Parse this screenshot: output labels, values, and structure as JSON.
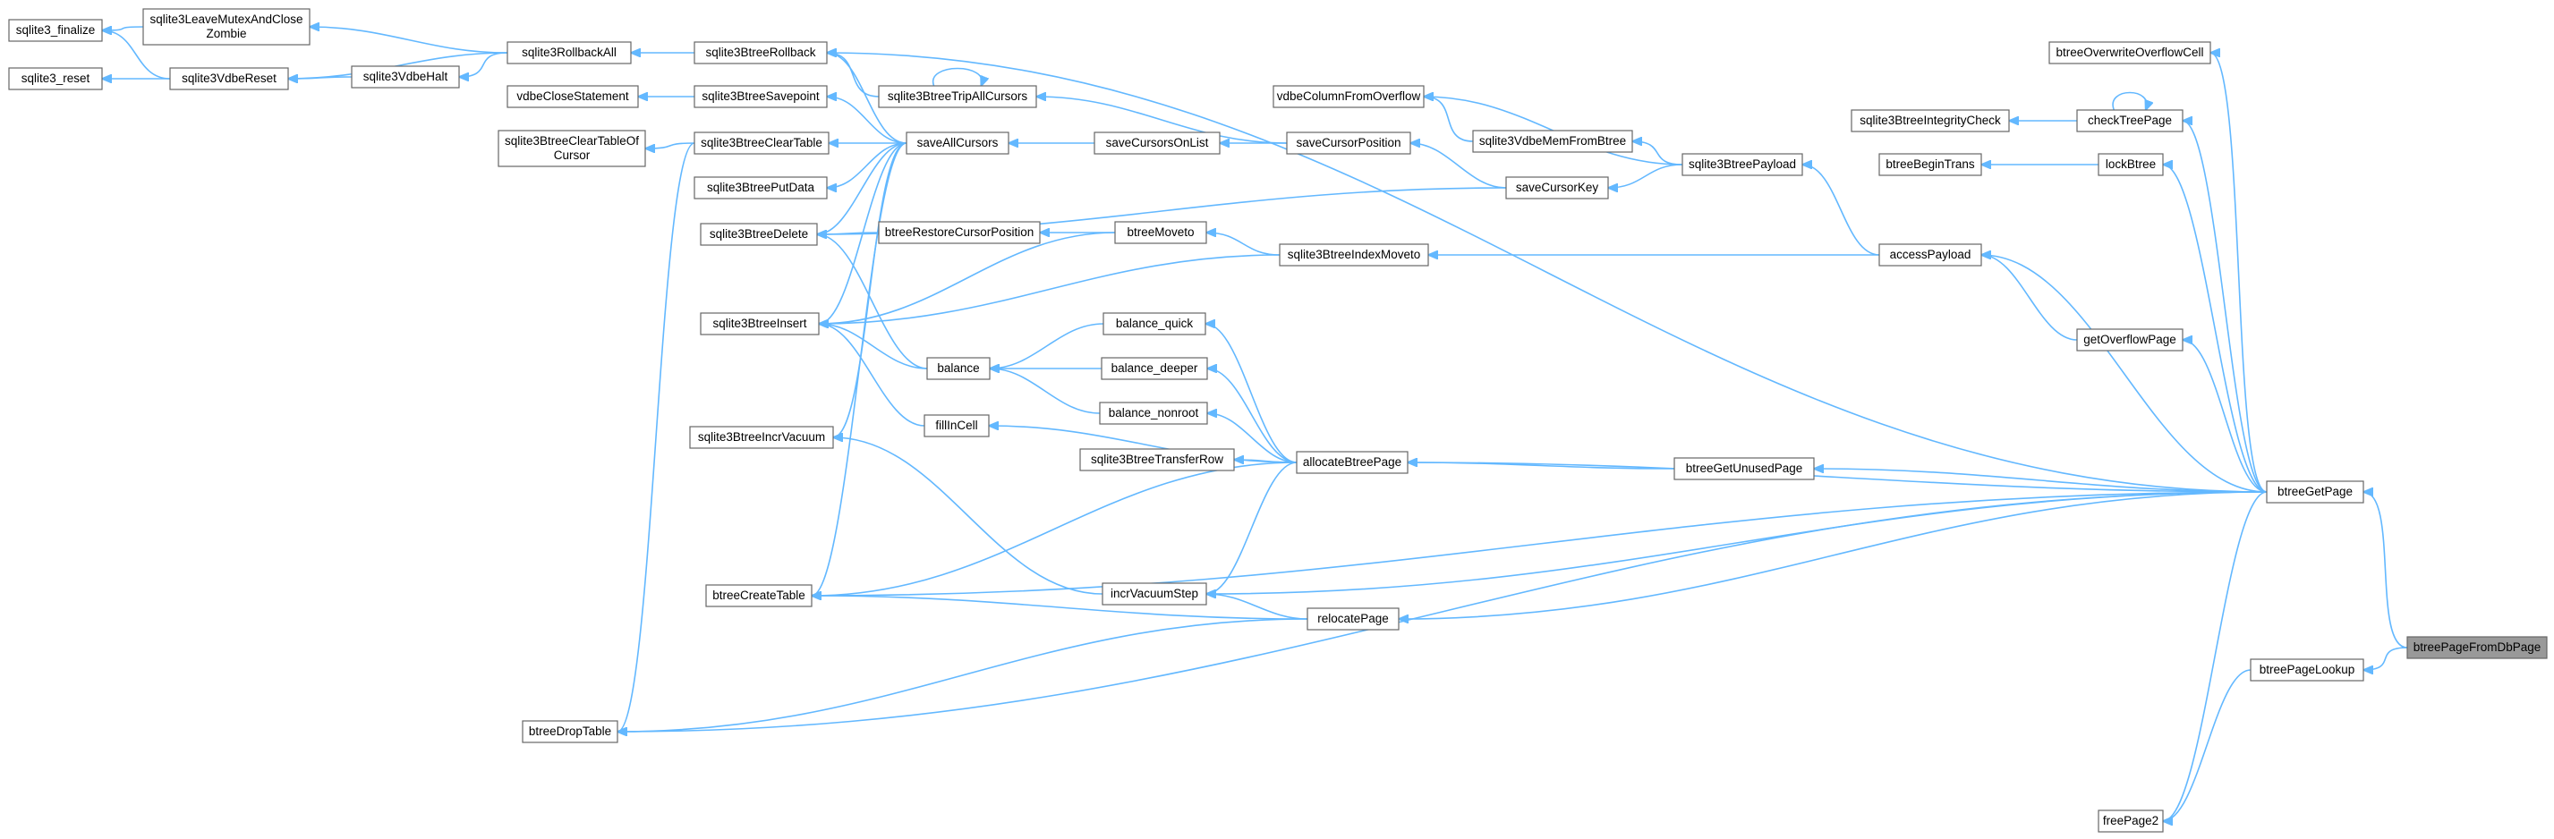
{
  "graph": {
    "root": "btreePageFromDbPage",
    "colors": {
      "edge": "#63b8ff",
      "node_border": "#666666",
      "node_fill": "#ffffff",
      "root_fill": "#999999"
    },
    "nodes": [
      {
        "id": "sqlite3_finalize",
        "lines": [
          "sqlite3_finalize"
        ]
      },
      {
        "id": "sqlite3LeaveMutexAndCloseZombie",
        "lines": [
          "sqlite3LeaveMutexAndClose",
          "Zombie"
        ]
      },
      {
        "id": "sqlite3_reset",
        "lines": [
          "sqlite3_reset"
        ]
      },
      {
        "id": "sqlite3VdbeReset",
        "lines": [
          "sqlite3VdbeReset"
        ]
      },
      {
        "id": "sqlite3VdbeHalt",
        "lines": [
          "sqlite3VdbeHalt"
        ]
      },
      {
        "id": "sqlite3RollbackAll",
        "lines": [
          "sqlite3RollbackAll"
        ]
      },
      {
        "id": "sqlite3BtreeRollback",
        "lines": [
          "sqlite3BtreeRollback"
        ]
      },
      {
        "id": "vdbeCloseStatement",
        "lines": [
          "vdbeCloseStatement"
        ]
      },
      {
        "id": "sqlite3BtreeSavepoint",
        "lines": [
          "sqlite3BtreeSavepoint"
        ]
      },
      {
        "id": "sqlite3BtreeClearTableOfCursor",
        "lines": [
          "sqlite3BtreeClearTableOf",
          "Cursor"
        ]
      },
      {
        "id": "sqlite3BtreeClearTable",
        "lines": [
          "sqlite3BtreeClearTable"
        ]
      },
      {
        "id": "sqlite3BtreePutData",
        "lines": [
          "sqlite3BtreePutData"
        ]
      },
      {
        "id": "sqlite3BtreeDelete",
        "lines": [
          "sqlite3BtreeDelete"
        ]
      },
      {
        "id": "sqlite3BtreeInsert",
        "lines": [
          "sqlite3BtreeInsert"
        ]
      },
      {
        "id": "sqlite3BtreeIncrVacuum",
        "lines": [
          "sqlite3BtreeIncrVacuum"
        ]
      },
      {
        "id": "btreeCreateTable",
        "lines": [
          "btreeCreateTable"
        ]
      },
      {
        "id": "btreeDropTable",
        "lines": [
          "btreeDropTable"
        ]
      },
      {
        "id": "sqlite3BtreeTripAllCursors",
        "lines": [
          "sqlite3BtreeTripAllCursors"
        ]
      },
      {
        "id": "saveAllCursors",
        "lines": [
          "saveAllCursors"
        ]
      },
      {
        "id": "btreeRestoreCursorPosition",
        "lines": [
          "btreeRestoreCursorPosition"
        ]
      },
      {
        "id": "balance",
        "lines": [
          "balance"
        ]
      },
      {
        "id": "fillInCell",
        "lines": [
          "fillInCell"
        ]
      },
      {
        "id": "saveCursorsOnList",
        "lines": [
          "saveCursorsOnList"
        ]
      },
      {
        "id": "btreeMoveto",
        "lines": [
          "btreeMoveto"
        ]
      },
      {
        "id": "balance_quick",
        "lines": [
          "balance_quick"
        ]
      },
      {
        "id": "balance_deeper",
        "lines": [
          "balance_deeper"
        ]
      },
      {
        "id": "balance_nonroot",
        "lines": [
          "balance_nonroot"
        ]
      },
      {
        "id": "sqlite3BtreeTransferRow",
        "lines": [
          "sqlite3BtreeTransferRow"
        ]
      },
      {
        "id": "incrVacuumStep",
        "lines": [
          "incrVacuumStep"
        ]
      },
      {
        "id": "vdbeColumnFromOverflow",
        "lines": [
          "vdbeColumnFromOverflow"
        ]
      },
      {
        "id": "saveCursorPosition",
        "lines": [
          "saveCursorPosition"
        ]
      },
      {
        "id": "sqlite3VdbeMemFromBtree",
        "lines": [
          "sqlite3VdbeMemFromBtree"
        ]
      },
      {
        "id": "saveCursorKey",
        "lines": [
          "saveCursorKey"
        ]
      },
      {
        "id": "sqlite3BtreeIndexMoveto",
        "lines": [
          "sqlite3BtreeIndexMoveto"
        ]
      },
      {
        "id": "allocateBtreePage",
        "lines": [
          "allocateBtreePage"
        ]
      },
      {
        "id": "relocatePage",
        "lines": [
          "relocatePage"
        ]
      },
      {
        "id": "sqlite3BtreePayload",
        "lines": [
          "sqlite3BtreePayload"
        ]
      },
      {
        "id": "accessPayload",
        "lines": [
          "accessPayload"
        ]
      },
      {
        "id": "btreeGetUnusedPage",
        "lines": [
          "btreeGetUnusedPage"
        ]
      },
      {
        "id": "btreeOverwriteOverflowCell",
        "lines": [
          "btreeOverwriteOverflowCell"
        ]
      },
      {
        "id": "sqlite3BtreeIntegrityCheck",
        "lines": [
          "sqlite3BtreeIntegrityCheck"
        ]
      },
      {
        "id": "checkTreePage",
        "lines": [
          "checkTreePage"
        ]
      },
      {
        "id": "btreeBeginTrans",
        "lines": [
          "btreeBeginTrans"
        ]
      },
      {
        "id": "lockBtree",
        "lines": [
          "lockBtree"
        ]
      },
      {
        "id": "getOverflowPage",
        "lines": [
          "getOverflowPage"
        ]
      },
      {
        "id": "btreeGetPage",
        "lines": [
          "btreeGetPage"
        ]
      },
      {
        "id": "btreePageLookup",
        "lines": [
          "btreePageLookup"
        ]
      },
      {
        "id": "freePage2",
        "lines": [
          "freePage2"
        ]
      },
      {
        "id": "btreePageFromDbPage",
        "lines": [
          "btreePageFromDbPage"
        ]
      }
    ],
    "edges": [
      [
        "sqlite3_finalize",
        "sqlite3LeaveMutexAndCloseZombie"
      ],
      [
        "sqlite3_finalize",
        "sqlite3VdbeReset"
      ],
      [
        "sqlite3_reset",
        "sqlite3VdbeReset"
      ],
      [
        "sqlite3LeaveMutexAndCloseZombie",
        "sqlite3RollbackAll"
      ],
      [
        "sqlite3VdbeReset",
        "sqlite3VdbeHalt"
      ],
      [
        "sqlite3VdbeReset",
        "sqlite3RollbackAll"
      ],
      [
        "sqlite3VdbeHalt",
        "sqlite3RollbackAll"
      ],
      [
        "sqlite3RollbackAll",
        "sqlite3BtreeRollback"
      ],
      [
        "vdbeCloseStatement",
        "sqlite3BtreeSavepoint"
      ],
      [
        "sqlite3BtreeClearTableOfCursor",
        "sqlite3BtreeClearTable"
      ],
      [
        "btreeDropTable",
        "sqlite3BtreeClearTable"
      ],
      [
        "sqlite3BtreeRollback",
        "sqlite3BtreeTripAllCursors"
      ],
      [
        "sqlite3BtreeRollback",
        "saveAllCursors"
      ],
      [
        "sqlite3BtreeRollback",
        "btreeGetPage"
      ],
      [
        "sqlite3BtreeTripAllCursors",
        "sqlite3BtreeTripAllCursors"
      ],
      [
        "sqlite3BtreeTripAllCursors",
        "saveCursorPosition"
      ],
      [
        "sqlite3BtreeSavepoint",
        "saveAllCursors"
      ],
      [
        "sqlite3BtreeClearTable",
        "saveAllCursors"
      ],
      [
        "sqlite3BtreePutData",
        "saveAllCursors"
      ],
      [
        "sqlite3BtreeDelete",
        "saveAllCursors"
      ],
      [
        "sqlite3BtreeInsert",
        "saveAllCursors"
      ],
      [
        "sqlite3BtreeIncrVacuum",
        "saveAllCursors"
      ],
      [
        "btreeCreateTable",
        "saveAllCursors"
      ],
      [
        "saveAllCursors",
        "saveCursorsOnList"
      ],
      [
        "saveCursorsOnList",
        "saveCursorPosition"
      ],
      [
        "sqlite3BtreeDelete",
        "btreeRestoreCursorPosition"
      ],
      [
        "sqlite3BtreeDelete",
        "balance"
      ],
      [
        "btreeRestoreCursorPosition",
        "btreeMoveto"
      ],
      [
        "sqlite3BtreeInsert",
        "btreeMoveto"
      ],
      [
        "sqlite3BtreeInsert",
        "sqlite3BtreeIndexMoveto"
      ],
      [
        "sqlite3BtreeInsert",
        "balance"
      ],
      [
        "sqlite3BtreeInsert",
        "fillInCell"
      ],
      [
        "btreeMoveto",
        "sqlite3BtreeIndexMoveto"
      ],
      [
        "balance",
        "balance_quick"
      ],
      [
        "balance",
        "balance_deeper"
      ],
      [
        "balance",
        "balance_nonroot"
      ],
      [
        "balance_quick",
        "allocateBtreePage"
      ],
      [
        "balance_deeper",
        "allocateBtreePage"
      ],
      [
        "balance_nonroot",
        "allocateBtreePage"
      ],
      [
        "fillInCell",
        "allocateBtreePage"
      ],
      [
        "sqlite3BtreeTransferRow",
        "allocateBtreePage"
      ],
      [
        "btreeCreateTable",
        "allocateBtreePage"
      ],
      [
        "incrVacuumStep",
        "allocateBtreePage"
      ],
      [
        "sqlite3BtreeIncrVacuum",
        "incrVacuumStep"
      ],
      [
        "btreeCreateTable",
        "relocatePage"
      ],
      [
        "incrVacuumStep",
        "relocatePage"
      ],
      [
        "btreeDropTable",
        "relocatePage"
      ],
      [
        "vdbeColumnFromOverflow",
        "sqlite3VdbeMemFromBtree"
      ],
      [
        "vdbeColumnFromOverflow",
        "sqlite3BtreePayload"
      ],
      [
        "sqlite3VdbeMemFromBtree",
        "sqlite3BtreePayload"
      ],
      [
        "saveCursorPosition",
        "saveCursorKey"
      ],
      [
        "saveCursorKey",
        "sqlite3BtreePayload"
      ],
      [
        "sqlite3BtreeDelete",
        "saveCursorKey"
      ],
      [
        "sqlite3BtreePayload",
        "accessPayload"
      ],
      [
        "sqlite3BtreeIndexMoveto",
        "accessPayload"
      ],
      [
        "accessPayload",
        "getOverflowPage"
      ],
      [
        "allocateBtreePage",
        "btreeGetUnusedPage"
      ],
      [
        "sqlite3BtreeIntegrityCheck",
        "checkTreePage"
      ],
      [
        "checkTreePage",
        "checkTreePage"
      ],
      [
        "btreeBeginTrans",
        "lockBtree"
      ],
      [
        "btreeOverwriteOverflowCell",
        "btreeGetPage"
      ],
      [
        "checkTreePage",
        "btreeGetPage"
      ],
      [
        "lockBtree",
        "btreeGetPage"
      ],
      [
        "getOverflowPage",
        "btreeGetPage"
      ],
      [
        "btreeGetUnusedPage",
        "btreeGetPage"
      ],
      [
        "allocateBtreePage",
        "btreeGetPage"
      ],
      [
        "incrVacuumStep",
        "btreeGetPage"
      ],
      [
        "relocatePage",
        "btreeGetPage"
      ],
      [
        "btreeCreateTable",
        "btreeGetPage"
      ],
      [
        "btreeDropTable",
        "btreeGetPage"
      ],
      [
        "freePage2",
        "btreeGetPage"
      ],
      [
        "accessPayload",
        "btreeGetPage"
      ],
      [
        "freePage2",
        "btreePageLookup"
      ],
      [
        "btreeGetPage",
        "btreePageFromDbPage"
      ],
      [
        "btreePageLookup",
        "btreePageFromDbPage"
      ]
    ]
  }
}
